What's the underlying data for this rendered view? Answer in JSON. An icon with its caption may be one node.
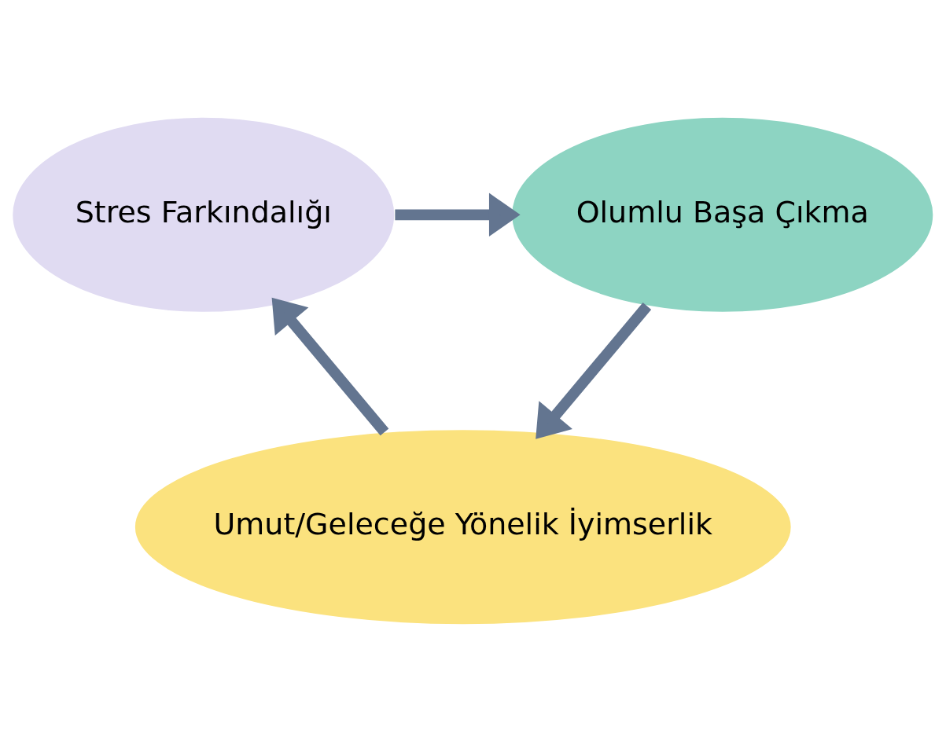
{
  "diagram": {
    "nodes": [
      {
        "text": [
          "Stres Farkındalığı"
        ]
      },
      {
        "text": [
          "Olumlu Başa Çıkma"
        ]
      },
      {
        "text": [
          "Umut/Geleceğe Yönelik İyimserlik"
        ]
      }
    ],
    "edges": [
      {
        "from": 0,
        "to": 1,
        "arrow": "to"
      },
      {
        "from": 1,
        "to": 2,
        "arrow": "to"
      },
      {
        "from": 2,
        "to": 0,
        "arrow": "to"
      }
    ]
  }
}
